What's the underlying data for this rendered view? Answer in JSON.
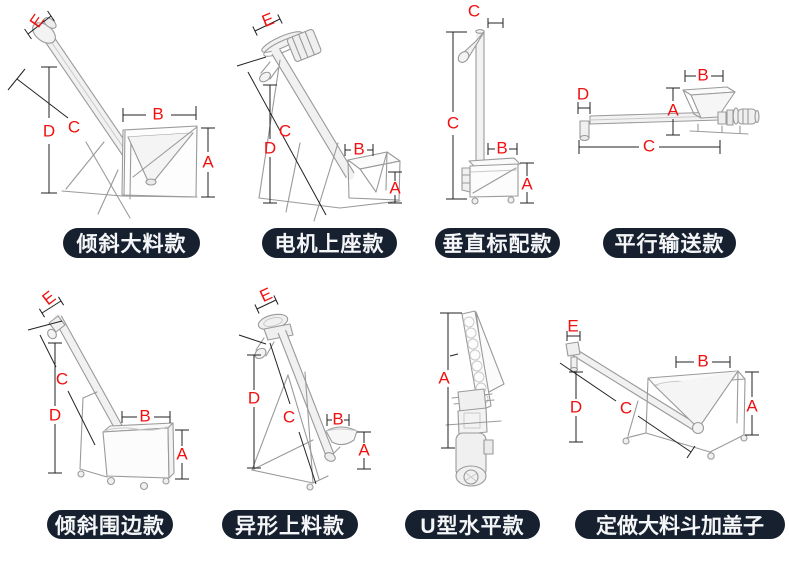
{
  "colors": {
    "background": "#ffffff",
    "badge_background": "#16202f",
    "badge_text": "#ffffff",
    "dimension_label": "#f01010",
    "dimension_line": "#222222",
    "drawing_stroke": "#9a9a9a"
  },
  "panels": [
    {
      "name": "inclined-large",
      "badge": "倾斜大料款",
      "dims": {
        "A": "A",
        "B": "B",
        "C": "C",
        "D": "D",
        "E": "E"
      }
    },
    {
      "name": "motor-top",
      "badge": "电机上座款",
      "dims": {
        "A": "A",
        "B": "B",
        "C": "C",
        "D": "D",
        "E": "E"
      }
    },
    {
      "name": "vertical-standard",
      "badge": "垂直标配款",
      "dims": {
        "A": "A",
        "B": "B",
        "C": "C",
        "C_top": "C"
      }
    },
    {
      "name": "parallel-conveyor",
      "badge": "平行输送款",
      "dims": {
        "A": "A",
        "B": "B",
        "C": "C",
        "D": "D"
      }
    },
    {
      "name": "inclined-enclosed",
      "badge": "倾斜围边款",
      "dims": {
        "A": "A",
        "B": "B",
        "C": "C",
        "D": "D",
        "E": "E"
      }
    },
    {
      "name": "special-feeding",
      "badge": "异形上料款",
      "dims": {
        "A": "A",
        "B": "B",
        "C": "C",
        "D": "D",
        "E": "E"
      }
    },
    {
      "name": "u-horizontal",
      "badge": "U型水平款",
      "dims": {
        "A": "A"
      }
    },
    {
      "name": "custom-hopper-cover",
      "badge": "定做大料斗加盖子",
      "dims": {
        "A": "A",
        "B": "B",
        "C": "C",
        "D": "D",
        "E": "E"
      }
    }
  ]
}
